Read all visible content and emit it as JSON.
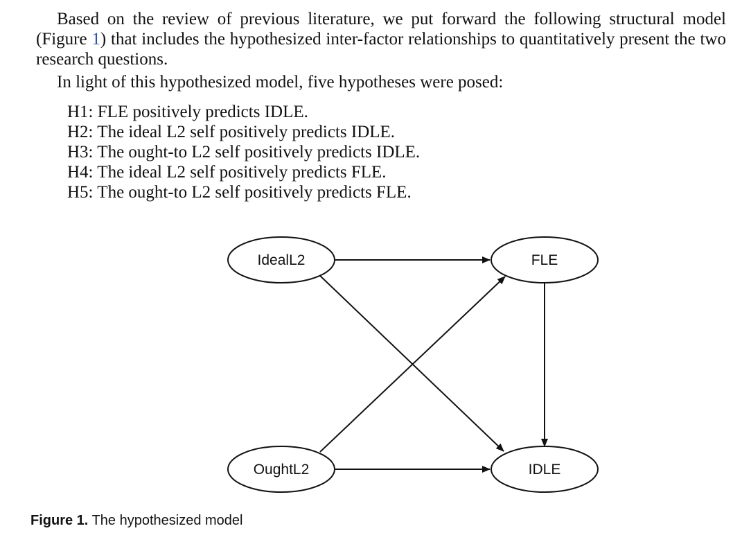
{
  "paragraph1": {
    "before_ref": "Based on the review of previous literature, we put forward the following structural model (Figure ",
    "ref": "1",
    "after_ref": ") that includes the hypothesized inter-factor relationships to quantitatively present the two research questions."
  },
  "paragraph2": "In light of this hypothesized model, five hypotheses were posed:",
  "hypotheses": [
    "H1: FLE positively predicts IDLE.",
    "H2: The ideal L2 self positively predicts IDLE.",
    "H3: The ought-to L2 self positively predicts IDLE.",
    "H4: The ideal L2 self positively predicts FLE.",
    "H5: The ought-to L2 self positively predicts FLE."
  ],
  "diagram": {
    "nodes": {
      "ideal": "IdealL2",
      "fle": "FLE",
      "ought": "OughtL2",
      "idle": "IDLE"
    },
    "edges": [
      {
        "from": "IdealL2",
        "to": "FLE"
      },
      {
        "from": "IdealL2",
        "to": "IDLE"
      },
      {
        "from": "OughtL2",
        "to": "FLE"
      },
      {
        "from": "OughtL2",
        "to": "IDLE"
      },
      {
        "from": "FLE",
        "to": "IDLE"
      }
    ]
  },
  "caption": {
    "label": "Figure 1.",
    "text": "The hypothesized model"
  }
}
